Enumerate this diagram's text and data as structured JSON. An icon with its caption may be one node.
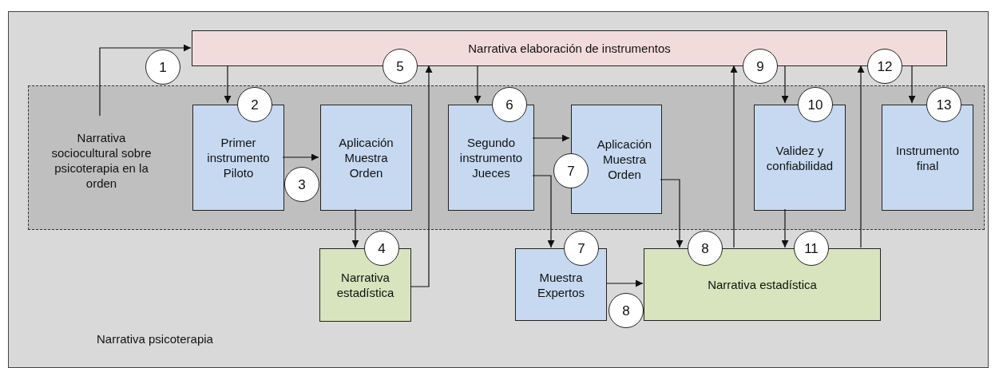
{
  "diagram": {
    "nodes": [
      {
        "text": [
          "Narrativa psicoterapia"
        ]
      },
      {
        "text": [
          "Narrativa elaboración de instrumentos"
        ],
        "in": 0
      },
      {
        "text": [],
        "shape": "box",
        "in": 0
      },
      {
        "text": [
          "Narrativa sociocultural sobre psicoterapia en la orden"
        ],
        "in": 2
      },
      {
        "text": [
          "Primer instrumento Piloto"
        ],
        "in": 2
      },
      {
        "text": [
          "Aplicación Muestra Orden"
        ],
        "in": 2
      },
      {
        "text": [
          "Segundo instrumento Jueces"
        ],
        "in": 2
      },
      {
        "text": [
          "Aplicación Muestra Orden"
        ],
        "in": 2
      },
      {
        "text": [
          "Validez y confiabilidad"
        ],
        "in": 2
      },
      {
        "text": [
          "Instrumento final"
        ],
        "in": 2
      },
      {
        "text": [
          "Narrativa estadística"
        ],
        "in": 0
      },
      {
        "text": [
          "Muestra Expertos"
        ],
        "in": 0
      },
      {
        "text": [
          "Narrativa estadística"
        ],
        "in": 0
      },
      {
        "text": [
          "1"
        ],
        "in": 0
      },
      {
        "text": [
          "5"
        ],
        "in": 0
      },
      {
        "text": [
          "9"
        ],
        "in": 0
      },
      {
        "text": [
          "12"
        ],
        "in": 0
      },
      {
        "text": [
          "2"
        ],
        "in": 2
      },
      {
        "text": [
          "6"
        ],
        "in": 2
      },
      {
        "text": [
          "10"
        ],
        "in": 2
      },
      {
        "text": [
          "13"
        ],
        "in": 2
      },
      {
        "text": [
          "7"
        ],
        "in": 2
      },
      {
        "text": [
          "3"
        ],
        "in": 2
      },
      {
        "text": [
          "4"
        ],
        "in": 0
      },
      {
        "text": [
          "7"
        ],
        "in": 0
      },
      {
        "text": [
          "8"
        ],
        "in": 0
      },
      {
        "text": [
          "11"
        ],
        "in": 0
      },
      {
        "text": [
          "8"
        ],
        "in": 0
      }
    ],
    "edges": [
      {
        "from": 3,
        "to": 1,
        "arrow": "to"
      },
      {
        "from": 1,
        "to": 4,
        "arrow": "to"
      },
      {
        "from": 4,
        "to": 5,
        "arrow": "to"
      },
      {
        "from": 5,
        "to": 10,
        "arrow": "to"
      },
      {
        "from": 10,
        "to": 1,
        "arrow": "to"
      },
      {
        "from": 1,
        "to": 6,
        "arrow": "to"
      },
      {
        "from": 6,
        "to": 7,
        "arrow": "to"
      },
      {
        "from": 6,
        "to": 11,
        "arrow": "to"
      },
      {
        "from": 7,
        "to": 12,
        "arrow": "to"
      },
      {
        "from": 11,
        "to": 12,
        "arrow": "to"
      },
      {
        "from": 12,
        "to": 1,
        "arrow": "to"
      },
      {
        "from": 1,
        "to": 8,
        "arrow": "to"
      },
      {
        "from": 8,
        "to": 12,
        "arrow": "to"
      },
      {
        "from": 12,
        "to": 1,
        "arrow": "to"
      },
      {
        "from": 1,
        "to": 9,
        "arrow": "to"
      }
    ]
  }
}
